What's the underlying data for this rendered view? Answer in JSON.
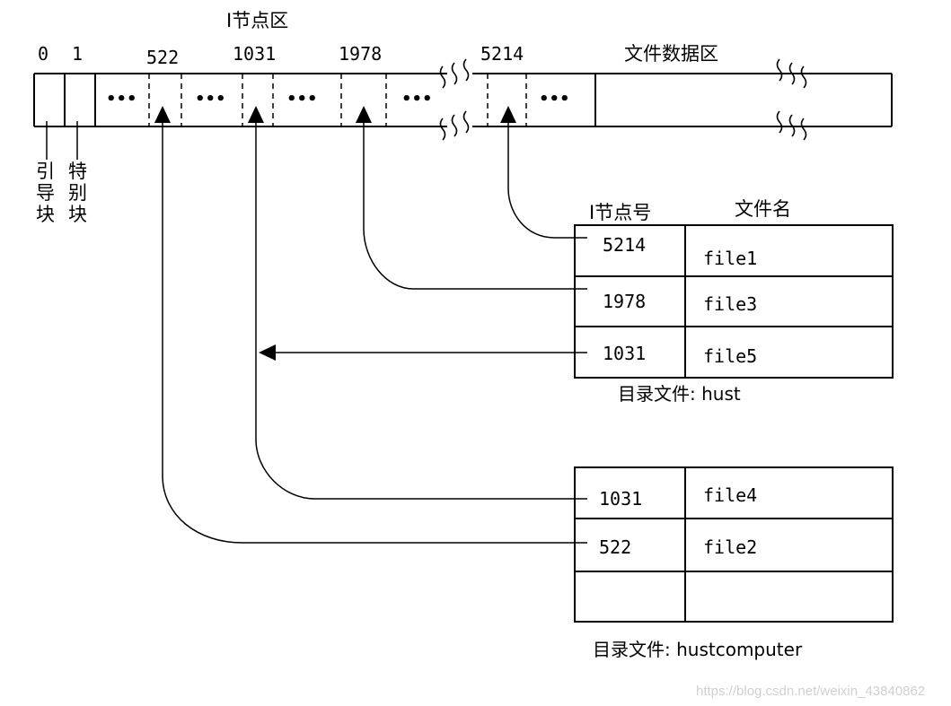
{
  "disk": {
    "block_numbers": [
      "0",
      "1",
      "522",
      "1031",
      "1978",
      "5214"
    ],
    "inode_area_label": "I节点区",
    "data_area_label": "文件数据区",
    "ellipsis": "•••",
    "boot_block_label": [
      "引",
      "导",
      "块"
    ],
    "super_block_label": [
      "特",
      "别",
      "块"
    ]
  },
  "hust_dir": {
    "header_inode": "I节点号",
    "header_name": "文件名",
    "rows": [
      {
        "inode": "5214",
        "name": "file1"
      },
      {
        "inode": "1978",
        "name": "file3"
      },
      {
        "inode": "1031",
        "name": "file5"
      }
    ],
    "caption": "目录文件: hust"
  },
  "hustcomputer_dir": {
    "rows": [
      {
        "inode": "1031",
        "name": "file4"
      },
      {
        "inode": "522",
        "name": "file2"
      },
      {
        "inode": "",
        "name": ""
      }
    ],
    "caption": "目录文件: hustcomputer"
  },
  "watermark": "https://blog.csdn.net/weixin_43840862",
  "colors": {
    "ink": "#000000",
    "watermark": "#d0d0d0"
  }
}
